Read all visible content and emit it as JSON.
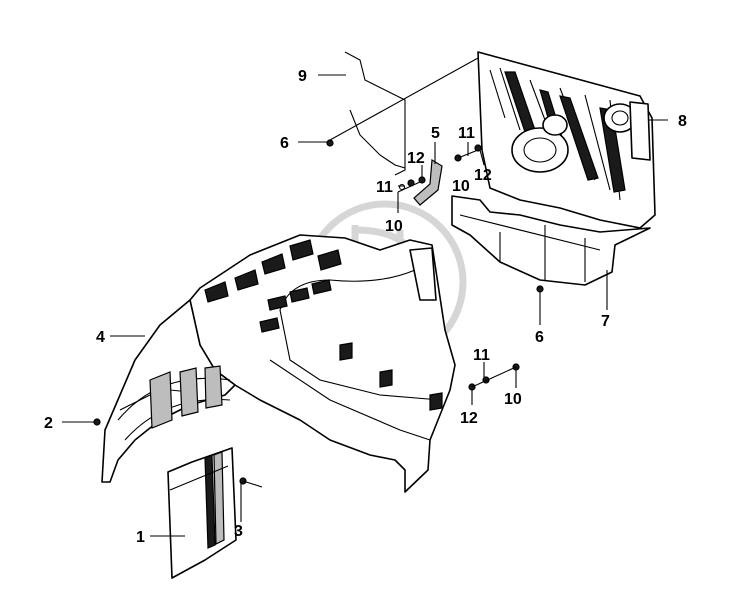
{
  "diagram": {
    "callouts": [
      {
        "id": "c1",
        "label": "1"
      },
      {
        "id": "c2",
        "label": "2"
      },
      {
        "id": "c3",
        "label": "3"
      },
      {
        "id": "c4",
        "label": "4"
      },
      {
        "id": "c5",
        "label": "5"
      },
      {
        "id": "c6a",
        "label": "6"
      },
      {
        "id": "c6b",
        "label": "6"
      },
      {
        "id": "c7",
        "label": "7"
      },
      {
        "id": "c8",
        "label": "8"
      },
      {
        "id": "c9",
        "label": "9"
      },
      {
        "id": "c10a",
        "label": "10"
      },
      {
        "id": "c10b",
        "label": "10"
      },
      {
        "id": "c10c",
        "label": "10"
      },
      {
        "id": "c11a",
        "label": "11"
      },
      {
        "id": "c11b",
        "label": "11"
      },
      {
        "id": "c11c",
        "label": "11"
      },
      {
        "id": "c12a",
        "label": "12"
      },
      {
        "id": "c12b",
        "label": "12"
      },
      {
        "id": "c12c",
        "label": "12"
      }
    ]
  }
}
